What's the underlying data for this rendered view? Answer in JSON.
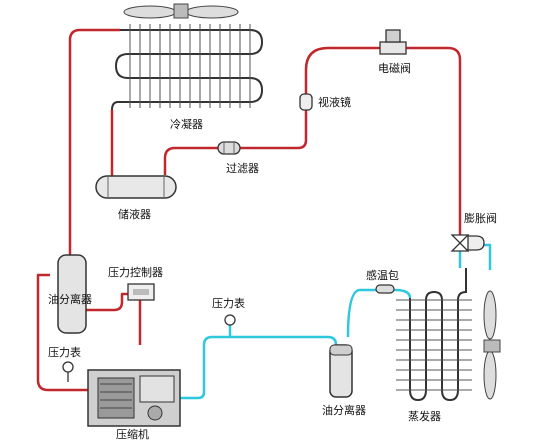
{
  "labels": {
    "condenser": "冷凝器",
    "solenoid_valve": "电磁阀",
    "sight_glass": "视液镜",
    "filter": "过滤器",
    "receiver": "储液器",
    "expansion_valve": "膨胀阀",
    "sensing_bulb": "感温包",
    "oil_separator_left": "油分离器",
    "pressure_controller": "压力控制器",
    "pressure_gauge_left": "压力表",
    "pressure_gauge_mid": "压力表",
    "oil_separator_right": "油分离器",
    "evaporator": "蒸发器",
    "compressor": "压缩机"
  },
  "colors": {
    "high_side_line": "#c0282d",
    "low_side_line": "#2ec8dc",
    "component_stroke": "#333333"
  }
}
